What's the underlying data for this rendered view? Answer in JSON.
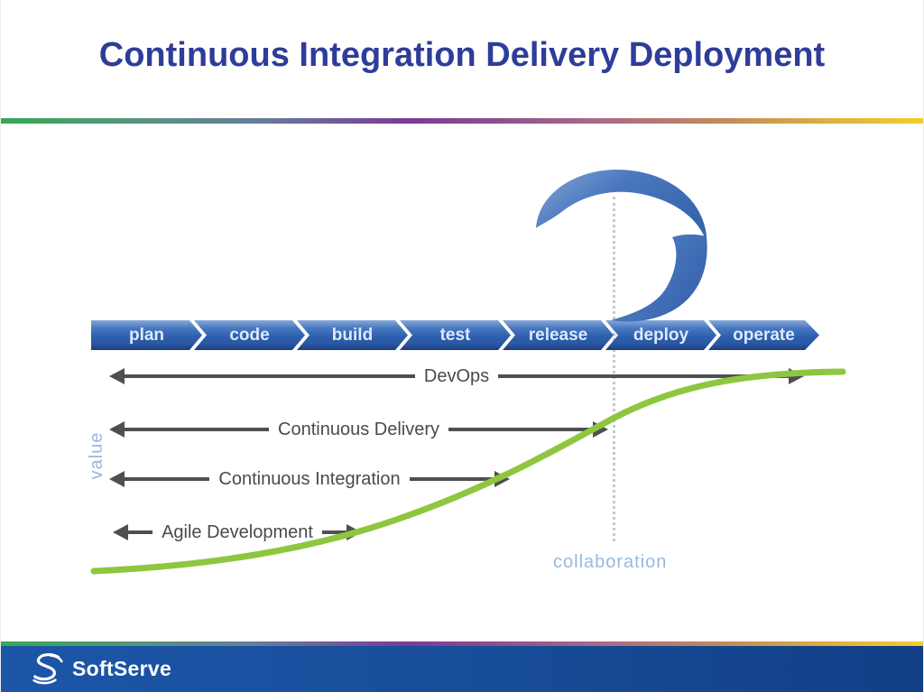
{
  "slide": {
    "title": "Continuous Integration Delivery Deployment"
  },
  "pipeline": {
    "stages": [
      {
        "label": "plan"
      },
      {
        "label": "code"
      },
      {
        "label": "build"
      },
      {
        "label": "test"
      },
      {
        "label": "release"
      },
      {
        "label": "deploy"
      },
      {
        "label": "operate"
      }
    ]
  },
  "spans": [
    {
      "label": "DevOps"
    },
    {
      "label": "Continuous Delivery"
    },
    {
      "label": "Continuous Integration"
    },
    {
      "label": "Agile Development"
    }
  ],
  "labels": {
    "value_axis": "value",
    "collaboration": "collaboration"
  },
  "footer": {
    "brand": "SoftServe"
  },
  "colors": {
    "title_blue": "#2e3d99",
    "curve_green": "#8dc73f",
    "arrow_gray": "#4f4f4f",
    "soft_label_blue": "#96b9de",
    "pipeline_blue": "#2c5fae",
    "ribbon_blue_light": "#7d9fd2",
    "ribbon_blue_dark": "#3c6cb5",
    "footer_blue": "#174c98",
    "rainbow": [
      "#35a853",
      "#7b3b97",
      "#a8688a",
      "#e2b63c",
      "#f3cd2e"
    ]
  }
}
